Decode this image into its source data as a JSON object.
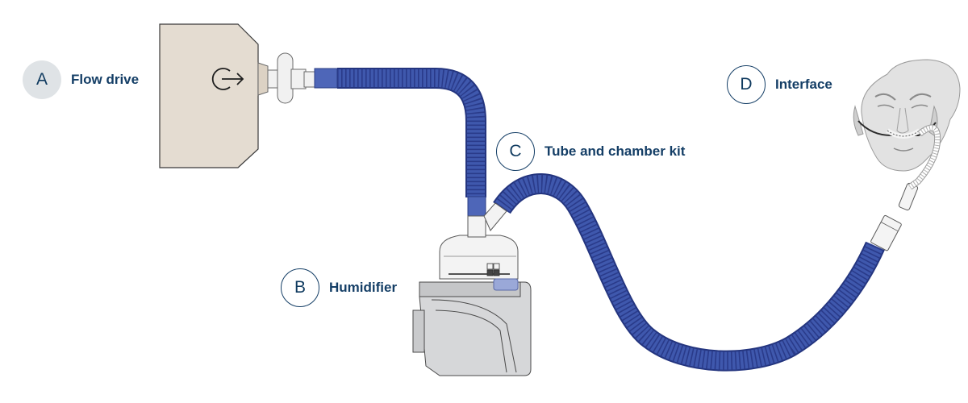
{
  "labels": {
    "flow_drive": {
      "letter": "A",
      "text": "Flow drive"
    },
    "humidifier": {
      "letter": "B",
      "text": "Humidifier"
    },
    "tube_kit": {
      "letter": "C",
      "text": "Tube and chamber kit"
    },
    "interface": {
      "letter": "D",
      "text": "Interface"
    }
  },
  "colors": {
    "tube_blue": "#3f58ad",
    "tube_dark": "#28398a",
    "connector_blue": "#4e66b8",
    "flow_drive_fill": "#e4dcd1",
    "humidifier_gray": "#d6d7d9",
    "label_text": "#143e66"
  },
  "icons": {
    "flow_drive": "power-arrow-icon"
  }
}
